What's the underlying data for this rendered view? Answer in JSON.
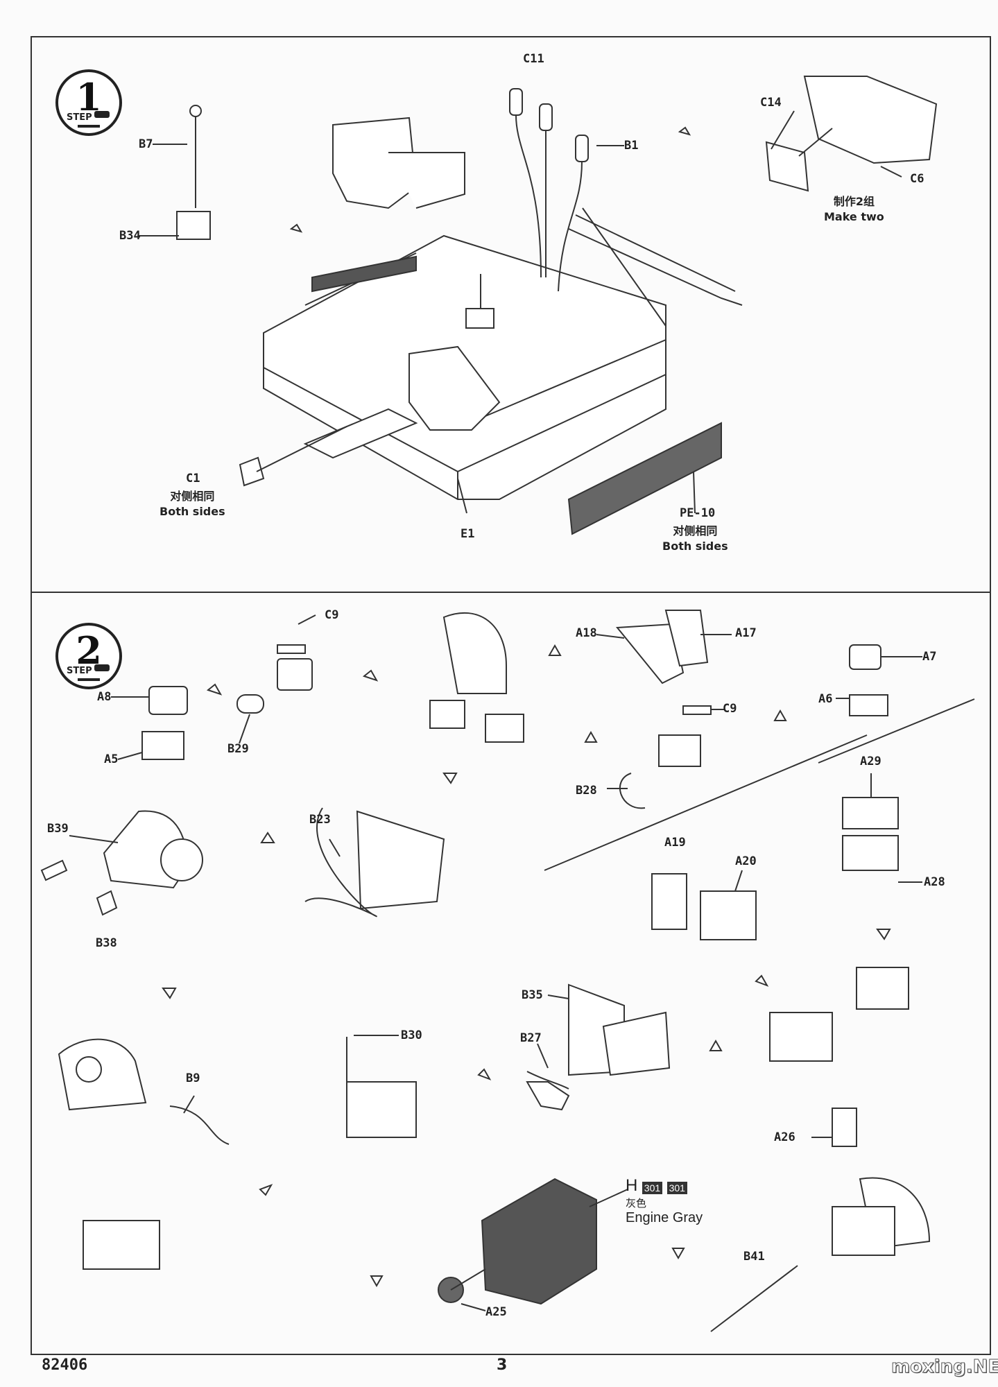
{
  "page": {
    "code": "82406",
    "number": "3",
    "watermark": "moxing.NET"
  },
  "step1": {
    "step_number": "1",
    "step_word": "STEP",
    "parts": [
      "B7",
      "B34",
      "C11",
      "B1",
      "C14",
      "C6",
      "C1",
      "E1",
      "PE-10"
    ],
    "notes": {
      "make_two_cn": "制作2组",
      "make_two_en": "Make two",
      "c1_cn": "对侧相同",
      "c1_en": "Both sides",
      "pe10_cn": "对侧相同",
      "pe10_en": "Both sides"
    }
  },
  "step2": {
    "step_number": "2",
    "step_word": "STEP",
    "parts": [
      "C9",
      "A18",
      "A17",
      "A7",
      "A6",
      "A8",
      "A5",
      "B29",
      "C9",
      "B28",
      "A29",
      "B39",
      "B23",
      "A19",
      "A20",
      "A28",
      "B38",
      "B35",
      "B27",
      "B30",
      "B9",
      "A26",
      "A25",
      "B41"
    ],
    "color": {
      "letter": "H",
      "code1": "301",
      "code2": "301",
      "name_cn": "灰色",
      "name_en": "Engine Gray"
    }
  }
}
